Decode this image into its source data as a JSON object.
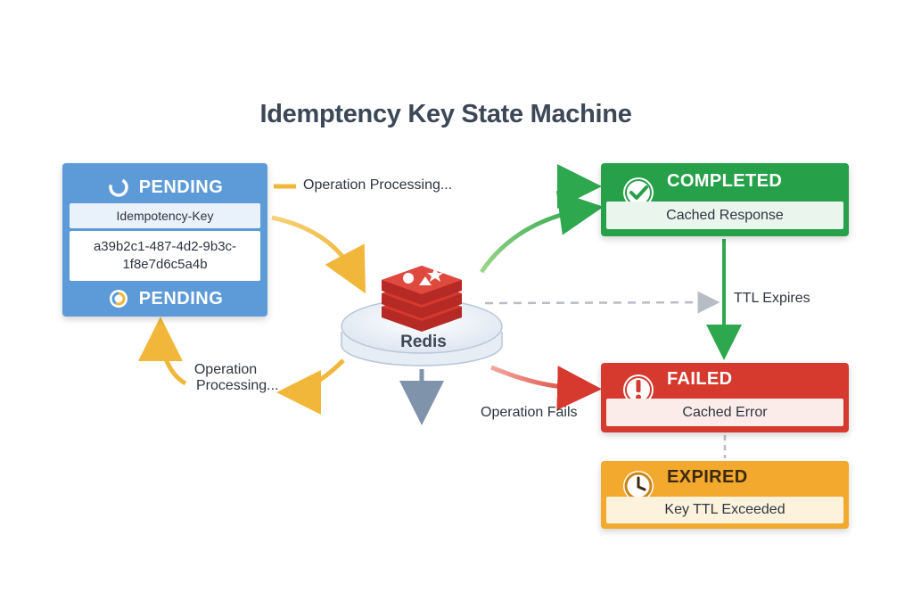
{
  "title": "Idemptency Key State Machine",
  "pending": {
    "header": "PENDING",
    "key_label": "Idempotency-Key",
    "key_value": "a39b2c1-487-4d2-9b3c-1f8e7d6c5a4b",
    "footer": "PENDING"
  },
  "redis": {
    "label": "Redis"
  },
  "states": {
    "completed": {
      "header": "COMPLETED",
      "sub": "Cached Response"
    },
    "failed": {
      "header": "FAILED",
      "sub": "Cached Error"
    },
    "expired": {
      "header": "EXPIRED",
      "sub": "Key TTL Exceeded"
    }
  },
  "transitions": {
    "top": "Operation Processing...",
    "left_line1": "Operation",
    "left_line2": "Processing...",
    "ttl": "TTL Expires",
    "fails": "Operation Fails"
  },
  "colors": {
    "pending": "#5d9bd8",
    "completed": "#27a04a",
    "failed": "#d63a2f",
    "expired": "#f2a92e",
    "redis": "#c9302c",
    "processing_arrow": "#f0b73a",
    "dashed": "#b8bcc4"
  },
  "icons": {
    "pending": "spinner-icon",
    "completed": "check-circle-icon",
    "failed": "exclamation-circle-icon",
    "expired": "clock-icon",
    "redis": "redis-stack-icon"
  }
}
